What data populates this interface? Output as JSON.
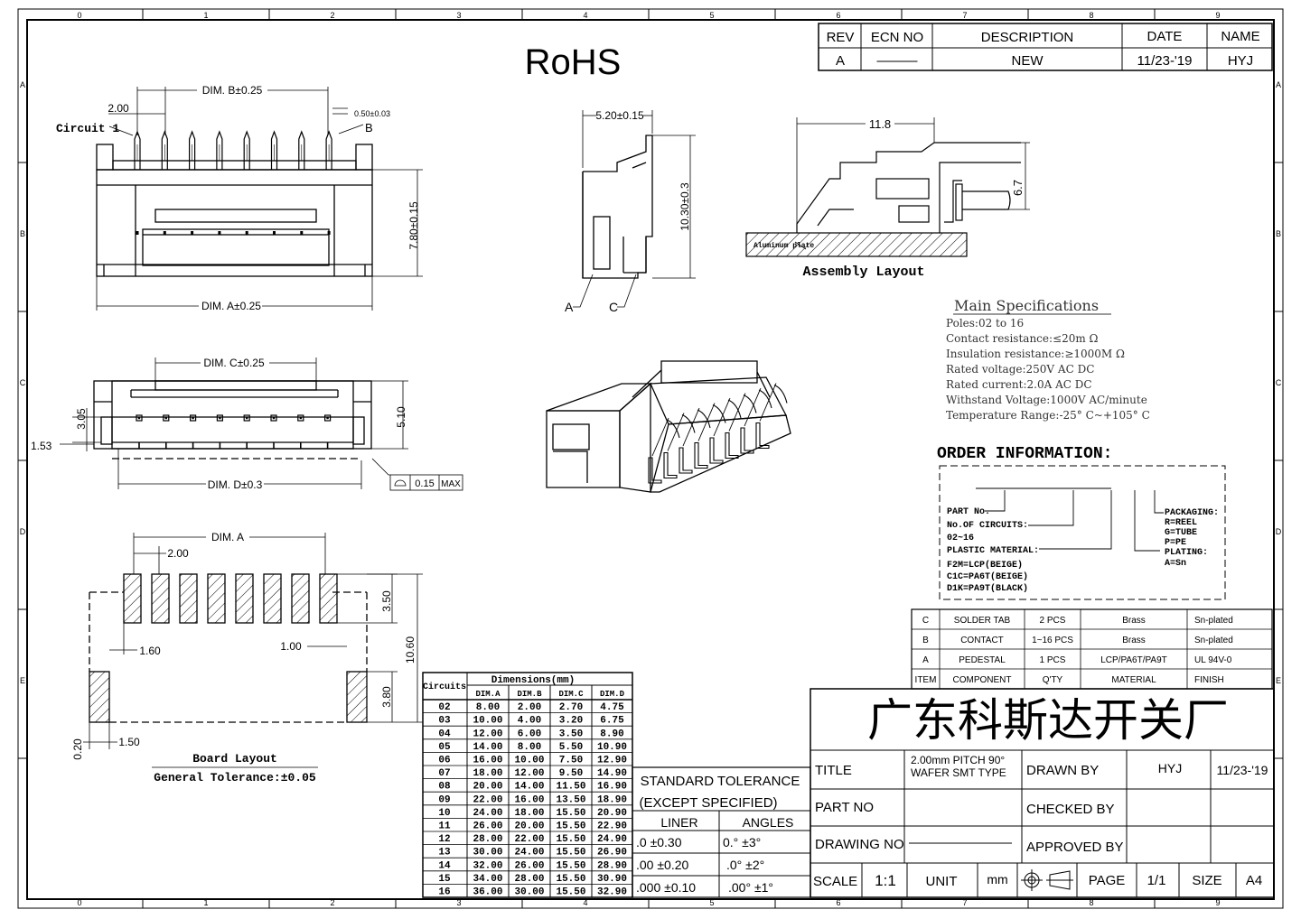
{
  "zones": {
    "columns": [
      "0",
      "1",
      "2",
      "3",
      "4",
      "5",
      "6",
      "7",
      "8",
      "9"
    ],
    "rows": [
      "A",
      "B",
      "C",
      "D",
      "E"
    ]
  },
  "rohs": "RoHS",
  "revision_table": {
    "headers": [
      "REV",
      "ECN NO",
      "DESCRIPTION",
      "DATE",
      "NAME"
    ],
    "row": [
      "A",
      "———",
      "NEW",
      "11/23-'19",
      "HYJ"
    ]
  },
  "top_view": {
    "dim_b": "DIM. B±0.25",
    "pitch": "2.00",
    "pin_width": "0.50±0.03",
    "circuit1": "Circuit 1",
    "label_b": "B",
    "height": "7.80±0.15",
    "dim_a": "DIM. A±0.25"
  },
  "side_view": {
    "width": "5.20±0.15",
    "height": "10.30±0.3",
    "label_a": "A",
    "label_c": "C"
  },
  "assembly": {
    "width": "11.8",
    "height": "6.7",
    "plate": "Aluminum plate",
    "caption": "Assembly Layout"
  },
  "bottom_view": {
    "dim_c": "DIM. C±0.25",
    "h1": "3.05",
    "h2": "5.10",
    "offset": "1.53",
    "dim_d": "DIM. D±0.3",
    "flatness": "0.15",
    "flatness_max": "MAX"
  },
  "board_layout": {
    "dim_a": "DIM. A",
    "pitch": "2.00",
    "pad_len": "3.50",
    "total": "10.60",
    "d1": "1.60",
    "d2": "1.00",
    "d3": "3.80",
    "d4": "0.20",
    "d5": "1.50",
    "caption": "Board Layout",
    "tolerance": "General Tolerance:±0.05"
  },
  "dimensions_table": {
    "title": "Dimensions(mm)",
    "circuits_header": "Circuits",
    "headers": [
      "DIM.A",
      "DIM.B",
      "DIM.C",
      "DIM.D"
    ],
    "rows": [
      [
        "02",
        "8.00",
        "2.00",
        "2.70",
        "4.75"
      ],
      [
        "03",
        "10.00",
        "4.00",
        "3.20",
        "6.75"
      ],
      [
        "04",
        "12.00",
        "6.00",
        "3.50",
        "8.90"
      ],
      [
        "05",
        "14.00",
        "8.00",
        "5.50",
        "10.90"
      ],
      [
        "06",
        "16.00",
        "10.00",
        "7.50",
        "12.90"
      ],
      [
        "07",
        "18.00",
        "12.00",
        "9.50",
        "14.90"
      ],
      [
        "08",
        "20.00",
        "14.00",
        "11.50",
        "16.90"
      ],
      [
        "09",
        "22.00",
        "16.00",
        "13.50",
        "18.90"
      ],
      [
        "10",
        "24.00",
        "18.00",
        "15.50",
        "20.90"
      ],
      [
        "11",
        "26.00",
        "20.00",
        "15.50",
        "22.90"
      ],
      [
        "12",
        "28.00",
        "22.00",
        "15.50",
        "24.90"
      ],
      [
        "13",
        "30.00",
        "24.00",
        "15.50",
        "26.90"
      ],
      [
        "14",
        "32.00",
        "26.00",
        "15.50",
        "28.90"
      ],
      [
        "15",
        "34.00",
        "28.00",
        "15.50",
        "30.90"
      ],
      [
        "16",
        "36.00",
        "30.00",
        "15.50",
        "32.90"
      ]
    ]
  },
  "tolerance": {
    "title1": "STANDARD TOLERANCE",
    "title2": "(EXCEPT  SPECIFIED)",
    "col1": "LINER",
    "col2": "ANGLES",
    "rows": [
      [
        ".0  ±0.30",
        "0.°  ±3°"
      ],
      [
        ".00  ±0.20",
        ".0°  ±2°"
      ],
      [
        ".000 ±0.10",
        ".00° ±1°"
      ]
    ]
  },
  "specs": {
    "title": "Main Specifications",
    "lines": [
      "Poles:02 to 16",
      "Contact resistance:≤20m Ω",
      "Insulation resistance:≥1000M Ω",
      "Rated voltage:250V AC DC",
      "Rated current:2.0A AC DC",
      "Withstand Voltage:1000V AC/minute",
      "Temperature Range:-25° C~+105° C"
    ]
  },
  "order": {
    "title": "ORDER INFORMATION:",
    "left": [
      "PART No.",
      "No.OF CIRCUITS:",
      "02~16",
      "PLASTIC MATERIAL:",
      "F2M=LCP(BEIGE)",
      "C1C=PA6T(BEIGE)",
      "D1K=PA9T(BLACK)"
    ],
    "right": [
      "PACKAGING:",
      "R=REEL",
      "G=TUBE",
      "P=PE",
      "PLATING:",
      "A=Sn"
    ]
  },
  "bom": {
    "rows": [
      [
        "C",
        "SOLDER TAB",
        "2 PCS",
        "Brass",
        "Sn-plated"
      ],
      [
        "B",
        "CONTACT",
        "1~16 PCS",
        "Brass",
        "Sn-plated"
      ],
      [
        "A",
        "PEDESTAL",
        "1 PCS",
        "LCP/PA6T/PA9T",
        "UL 94V-0"
      ],
      [
        "ITEM",
        "COMPONENT",
        "Q'TY",
        "MATERIAL",
        "FINISH"
      ]
    ]
  },
  "title_block": {
    "company": "广东科斯达开关厂",
    "title_label": "TITLE",
    "title_value_1": "2.00mm PITCH 90°",
    "title_value_2": "WAFER SMT TYPE",
    "drawn_by": "DRAWN BY",
    "drawn_name": "HYJ",
    "drawn_date": "11/23-'19",
    "part_no": "PART NO",
    "checked_by": "CHECKED BY",
    "drawing_no": "DRAWING NO",
    "approved_by": "APPROVED BY",
    "scale": "SCALE",
    "scale_value": "1:1",
    "unit": "UNIT",
    "unit_value": "mm",
    "page": "PAGE",
    "page_value": "1/1",
    "size": "SIZE",
    "size_value": "A4"
  }
}
